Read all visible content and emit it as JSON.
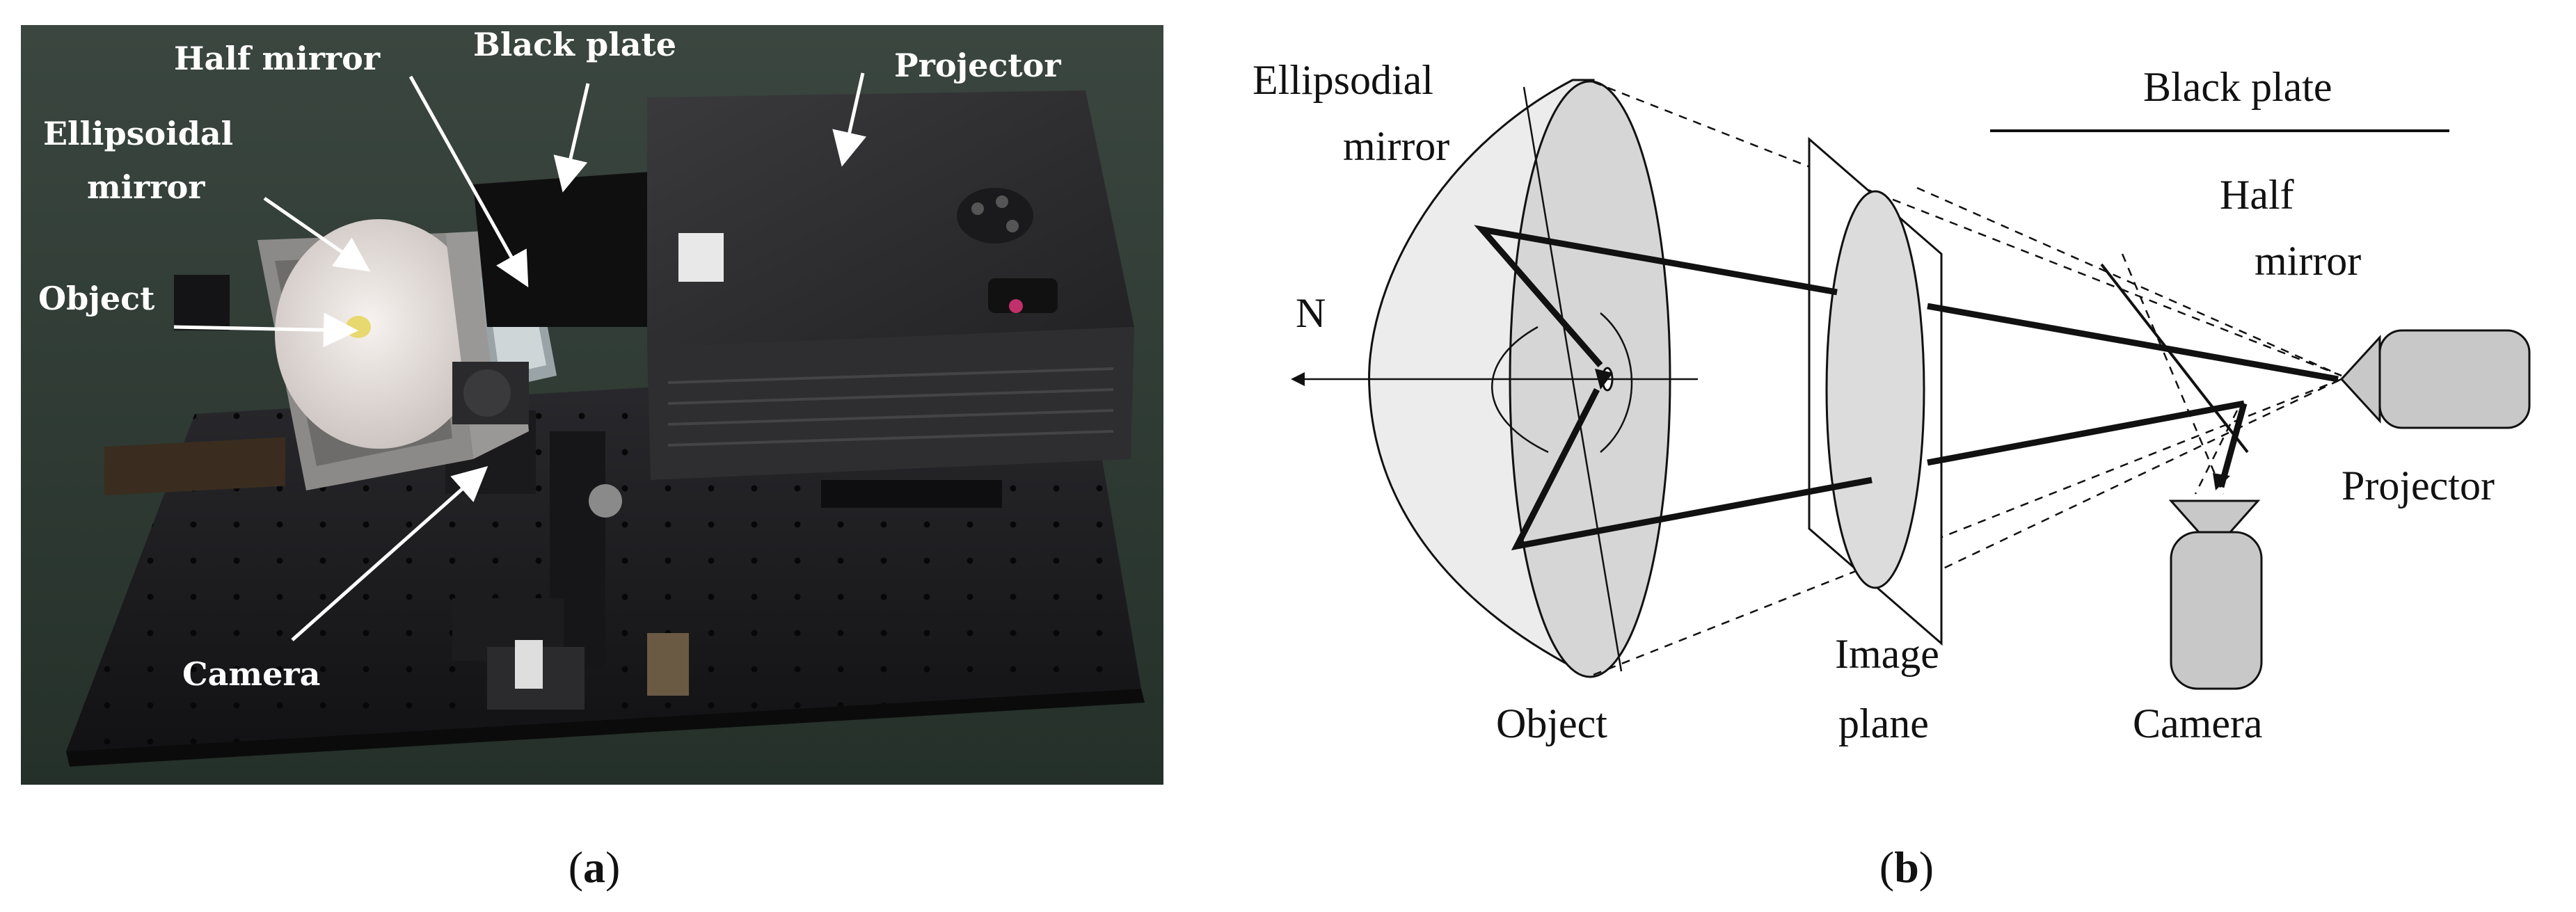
{
  "panel_a": {
    "labels": {
      "half_mirror": "Half mirror",
      "black_plate": "Black plate",
      "projector": "Projector",
      "ellipsoidal_mirror_line1": "Ellipsoidal",
      "ellipsoidal_mirror_line2": "mirror",
      "object": "Object",
      "camera": "Camera"
    },
    "caption_open": "(",
    "caption_letter": "a",
    "caption_close": ")"
  },
  "panel_b": {
    "labels": {
      "ellipsoidal_mirror_line1": "Ellipsodial",
      "ellipsoidal_mirror_line2": "mirror",
      "black_plate": "Black plate",
      "half_mirror_line1": "Half",
      "half_mirror_line2": "mirror",
      "n": "N",
      "projector": "Projector",
      "image_plane_line1": "Image",
      "image_plane_line2": "plane",
      "object": "Object",
      "camera": "Camera"
    },
    "caption_open": "(",
    "caption_letter": "b",
    "caption_close": ")"
  },
  "colors": {
    "photo_background": "#2f3a33",
    "optical_table": "#1b1b1d",
    "projector_body": "#2a2a2c",
    "mirror_white": "#e8e2df",
    "arrow_label": "#ffffff",
    "diagram_fill": "#d9d9d9",
    "diagram_line": "#111111"
  }
}
